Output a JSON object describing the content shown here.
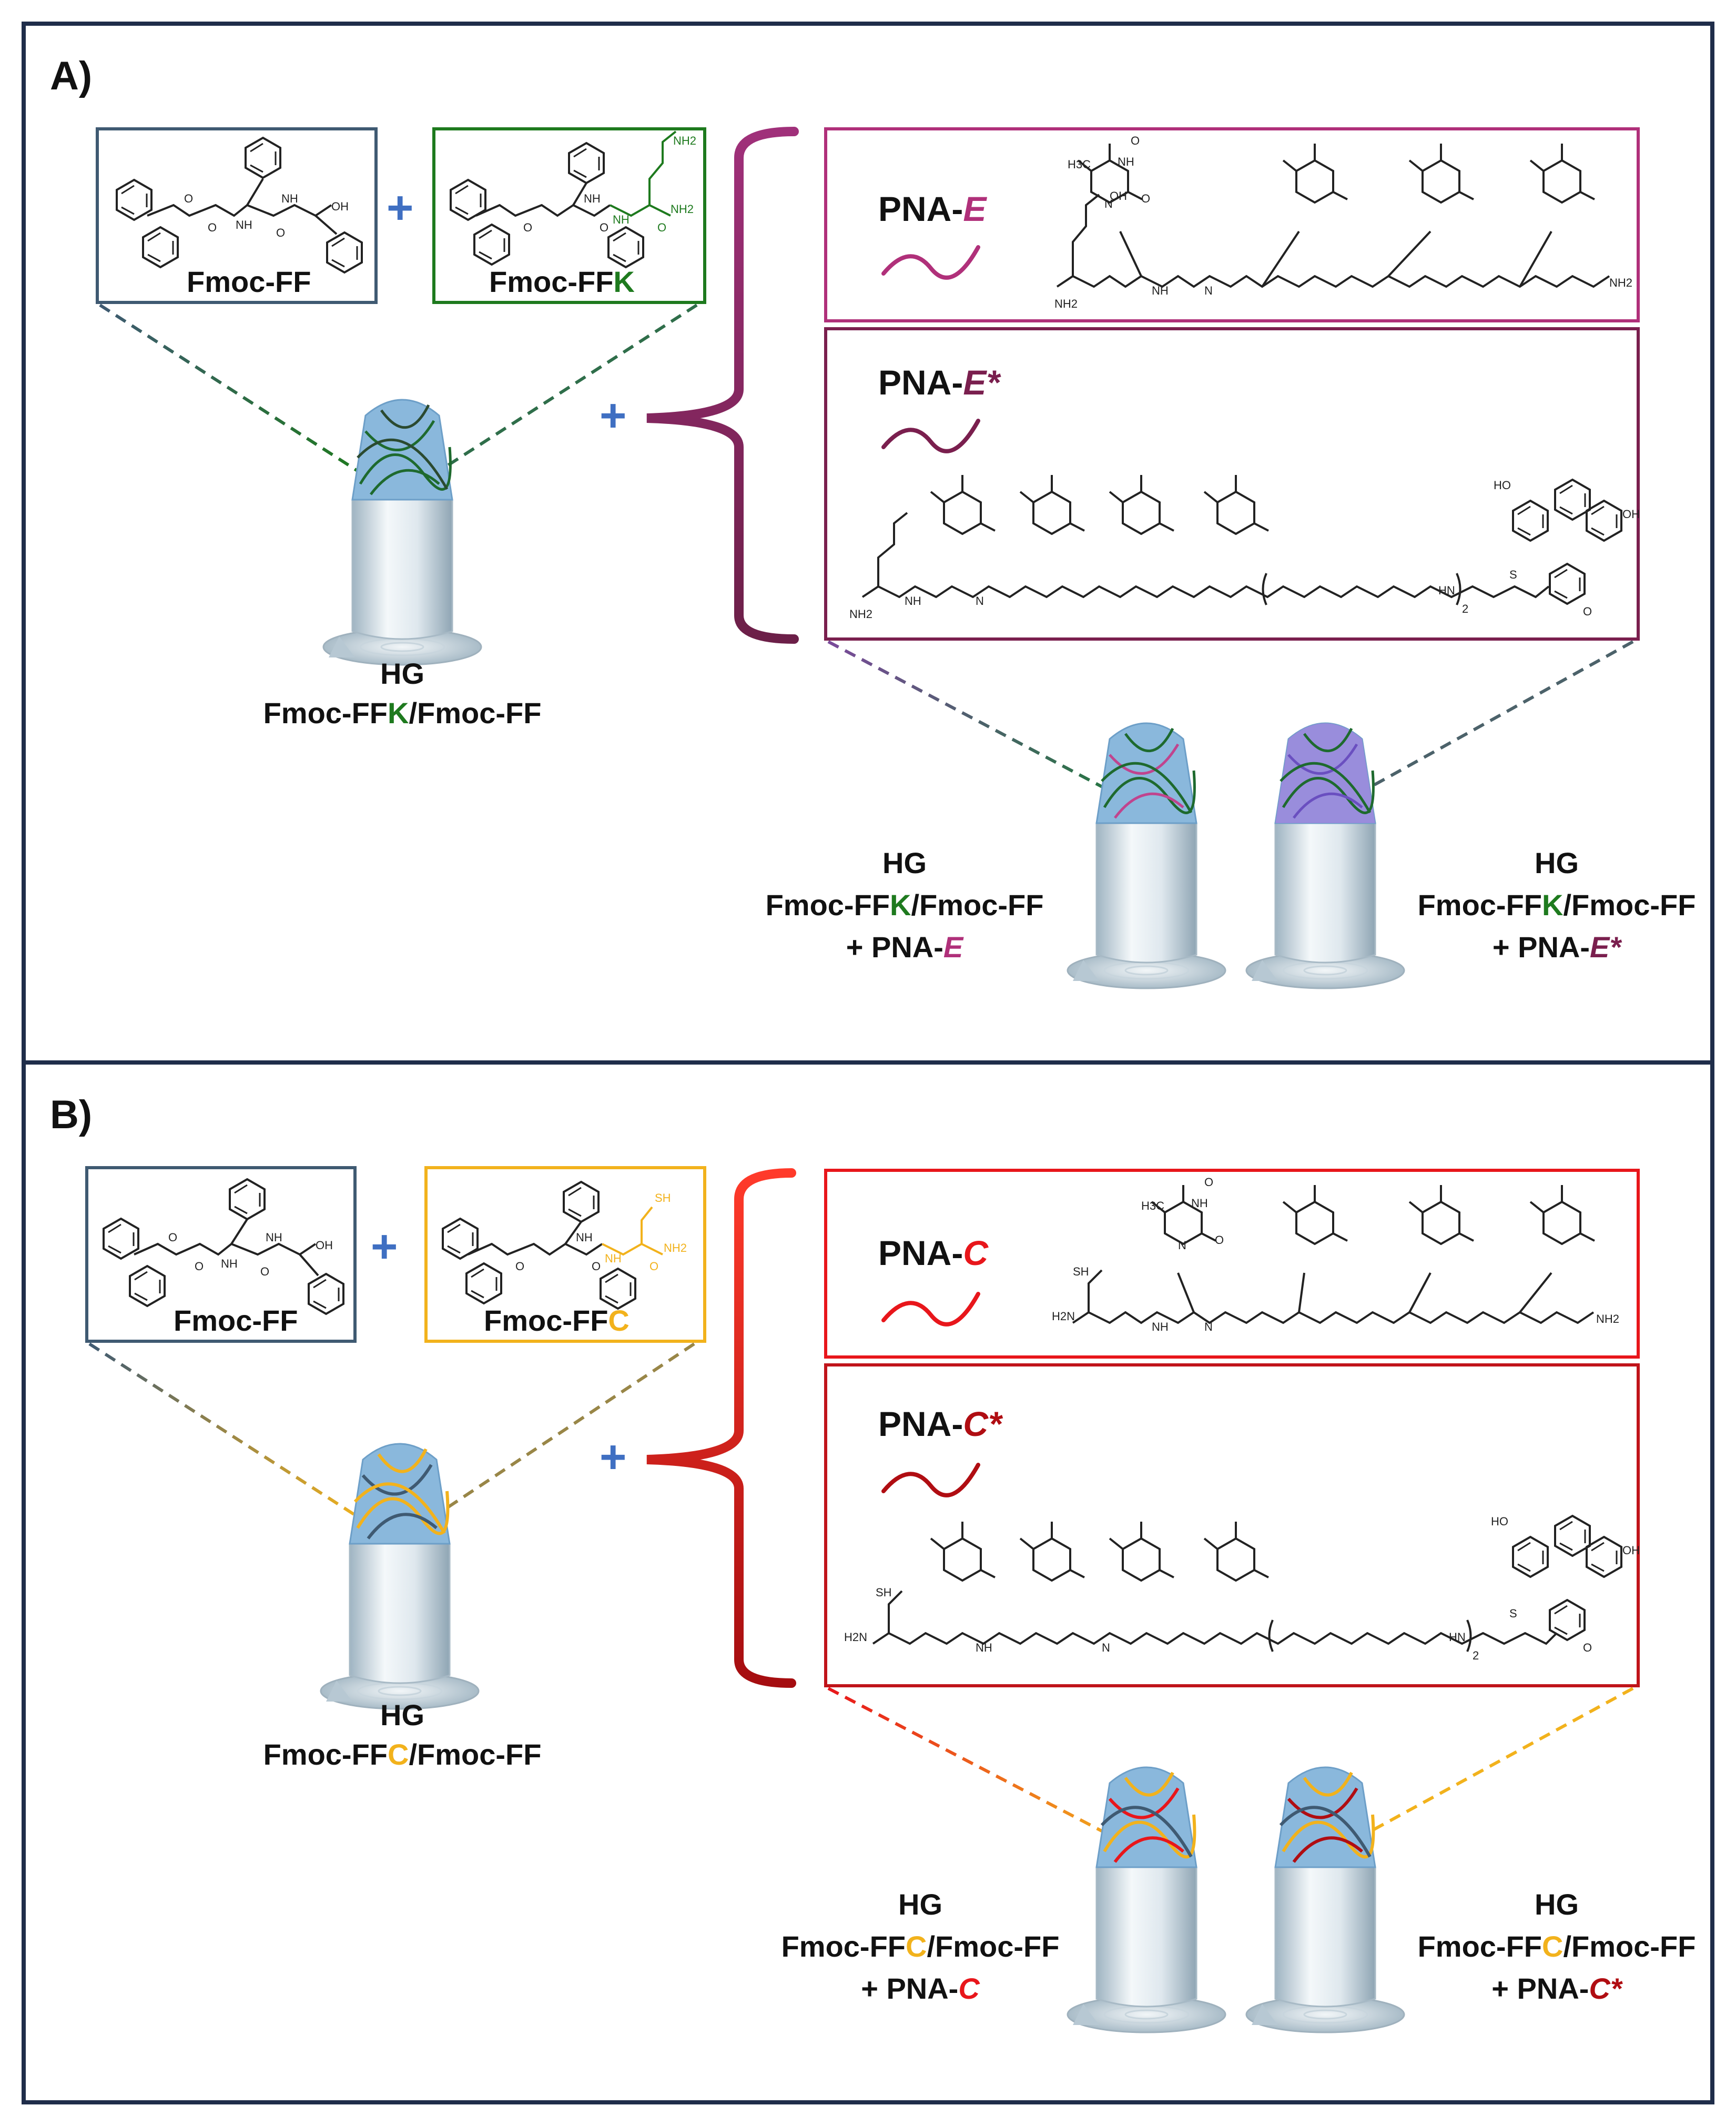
{
  "colors": {
    "frame": "#1f2d4a",
    "box_fmoc_ff": "#3f5a72",
    "lysine_green": "#1e7a1e",
    "cysteine_yellow": "#f2b21c",
    "pna_e": "#b0307a",
    "pna_e_star": "#7a1f4e",
    "pna_c": "#e8161b",
    "pna_c_star": "#b00d12",
    "plus_blue": "#3f6fc2",
    "gel_blue": "#8ab8dc",
    "gel_violet": "#8b7ad6",
    "tube_body": "#dfe7ec"
  },
  "panel_a": {
    "label": "A)",
    "plus": "+",
    "box_fmoc_ff": {
      "label": "Fmoc-FF",
      "chem_labels": [
        "O",
        "O",
        "NH",
        "NH",
        "O",
        "OH"
      ]
    },
    "box_fmoc_ffk": {
      "label_base": "Fmoc-FF",
      "label_accent": "K",
      "chem_labels": [
        "NH2",
        "NH",
        "NH",
        "NH2",
        "O",
        "O",
        "O"
      ]
    },
    "pna_e": {
      "name_base": "PNA-",
      "name_accent": "E",
      "chem_labels": [
        "H3C",
        "NH",
        "O",
        "N",
        "O",
        "OH",
        "NH2",
        "NH",
        "N",
        "NH2"
      ]
    },
    "pna_e_star": {
      "name_base": "PNA-",
      "name_accent": "E*",
      "chem_labels": [
        "HO",
        "OH",
        "O",
        "S",
        "HN",
        "NH2",
        "NH",
        "N",
        "2"
      ]
    },
    "hg_main": {
      "line1": "HG",
      "line2_base": "Fmoc-FF",
      "line2_accent": "K",
      "line2_rest": "/Fmoc-FF"
    },
    "hg_e": {
      "line1": "HG",
      "line2_base": "Fmoc-FF",
      "line2_accent": "K",
      "line2_rest": "/Fmoc-FF",
      "line3_base": "+ PNA-",
      "line3_accent": "E"
    },
    "hg_e_star": {
      "line1": "HG",
      "line2_base": "Fmoc-FF",
      "line2_accent": "K",
      "line2_rest": "/Fmoc-FF",
      "line3_base": "+ PNA-",
      "line3_accent": "E*"
    }
  },
  "panel_b": {
    "label": "B)",
    "plus": "+",
    "box_fmoc_ff": {
      "label": "Fmoc-FF",
      "chem_labels": [
        "O",
        "O",
        "NH",
        "NH",
        "O",
        "OH"
      ]
    },
    "box_fmoc_ffc": {
      "label_base": "Fmoc-FF",
      "label_accent": "C",
      "chem_labels": [
        "SH",
        "NH",
        "NH",
        "NH2",
        "O",
        "O",
        "O"
      ]
    },
    "pna_c": {
      "name_base": "PNA-",
      "name_accent": "C",
      "chem_labels": [
        "H3C",
        "NH",
        "O",
        "N",
        "O",
        "SH",
        "H2N",
        "NH",
        "N",
        "NH2"
      ]
    },
    "pna_c_star": {
      "name_base": "PNA-",
      "name_accent": "C*",
      "chem_labels": [
        "HO",
        "OH",
        "O",
        "S",
        "HN",
        "SH",
        "H2N",
        "NH",
        "N",
        "2"
      ]
    },
    "hg_main": {
      "line1": "HG",
      "line2_base": "Fmoc-FF",
      "line2_accent": "C",
      "line2_rest": "/Fmoc-FF"
    },
    "hg_c": {
      "line1": "HG",
      "line2_base": "Fmoc-FF",
      "line2_accent": "C",
      "line2_rest": "/Fmoc-FF",
      "line3_base": "+ PNA-",
      "line3_accent": "C"
    },
    "hg_c_star": {
      "line1": "HG",
      "line2_base": "Fmoc-FF",
      "line2_accent": "C",
      "line2_rest": "/Fmoc-FF",
      "line3_base": "+ PNA-",
      "line3_accent": "C*"
    }
  }
}
